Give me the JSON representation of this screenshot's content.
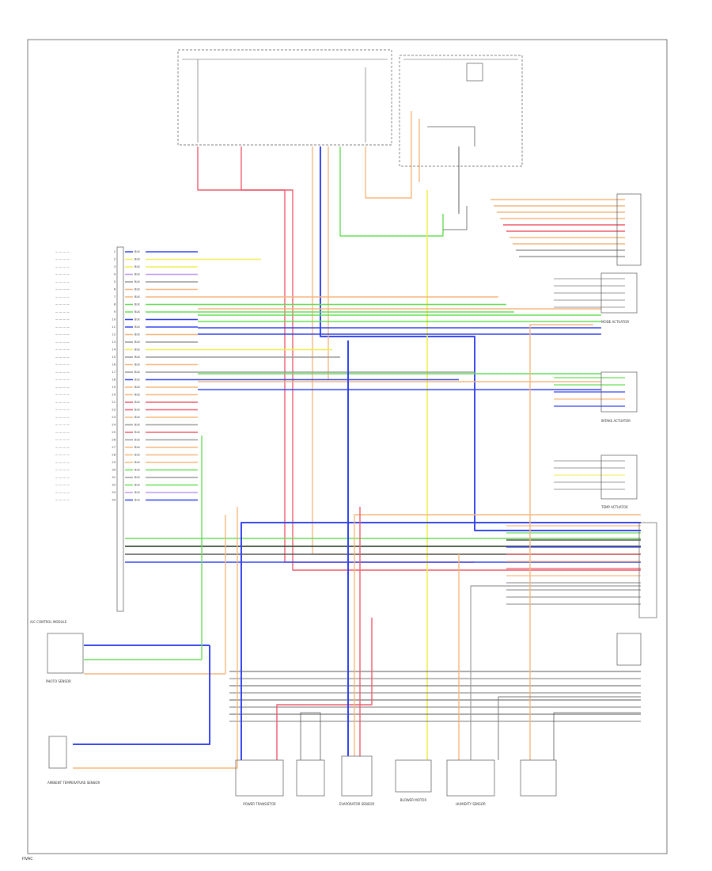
{
  "colors": {
    "red": "#ee5c6c",
    "pink": "#f4a3b4",
    "orange": "#f6b67d",
    "yellow": "#eeee55",
    "green": "#66dd55",
    "blue": "#3344ee",
    "violet": "#bb99ee",
    "gray": "#9a9a9a",
    "dark": "#333333",
    "light": "#cfcfcf",
    "frame": "#555555"
  },
  "labels": {
    "auto_control_module": "A/C CONTROL MODULE",
    "photo_sensor": "PHOTO SENSOR",
    "ambient_sensor": "AMBIENT TEMPERATURE SENSOR",
    "blower_motor": "BLOWER MOTOR",
    "power_transistor": "POWER TRANSISTOR",
    "mode_actuator": "MODE ACTUATOR",
    "intake_actuator": "INTAKE ACTUATOR",
    "temp_actuator": "TEMP ACTUATOR",
    "evaporator_sensor": "EVAPORATOR SENSOR",
    "humidity_sensor": "HUMIDITY SENSOR",
    "footer_code": "HVAC"
  }
}
